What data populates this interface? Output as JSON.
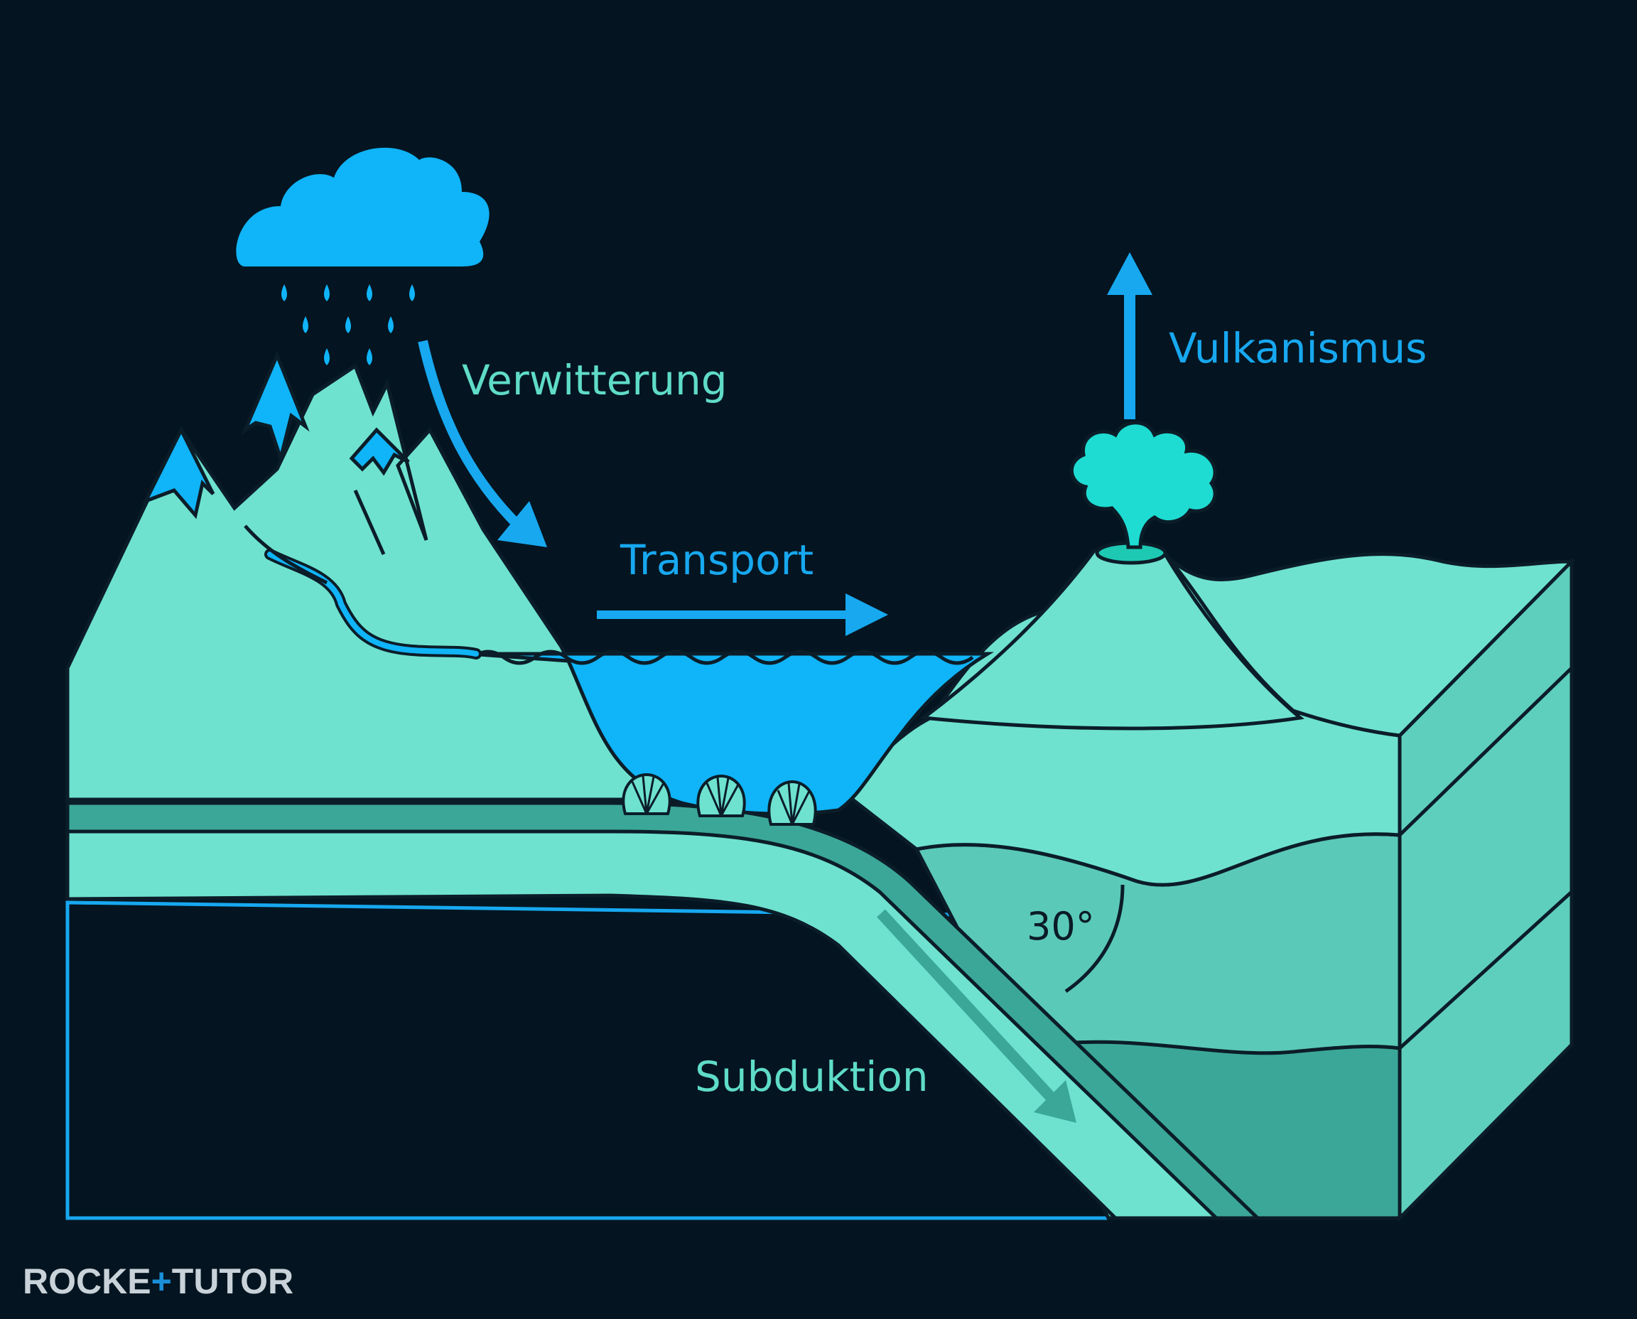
{
  "labels": {
    "weathering": "Verwitterung",
    "transport": "Transport",
    "volcanism": "Vulkanismus",
    "subduction": "Subduktion",
    "angle": "30°"
  },
  "logo": {
    "part1": "ROCKE",
    "part2": "TUTO",
    "part3": "R"
  },
  "colors": {
    "background": "#041521",
    "land": "#6ee2cf",
    "water": "#10b4f8",
    "accent_blue": "#17a8f0",
    "accent_teal": "#5fdcc8",
    "outline": "#0b1d28"
  }
}
